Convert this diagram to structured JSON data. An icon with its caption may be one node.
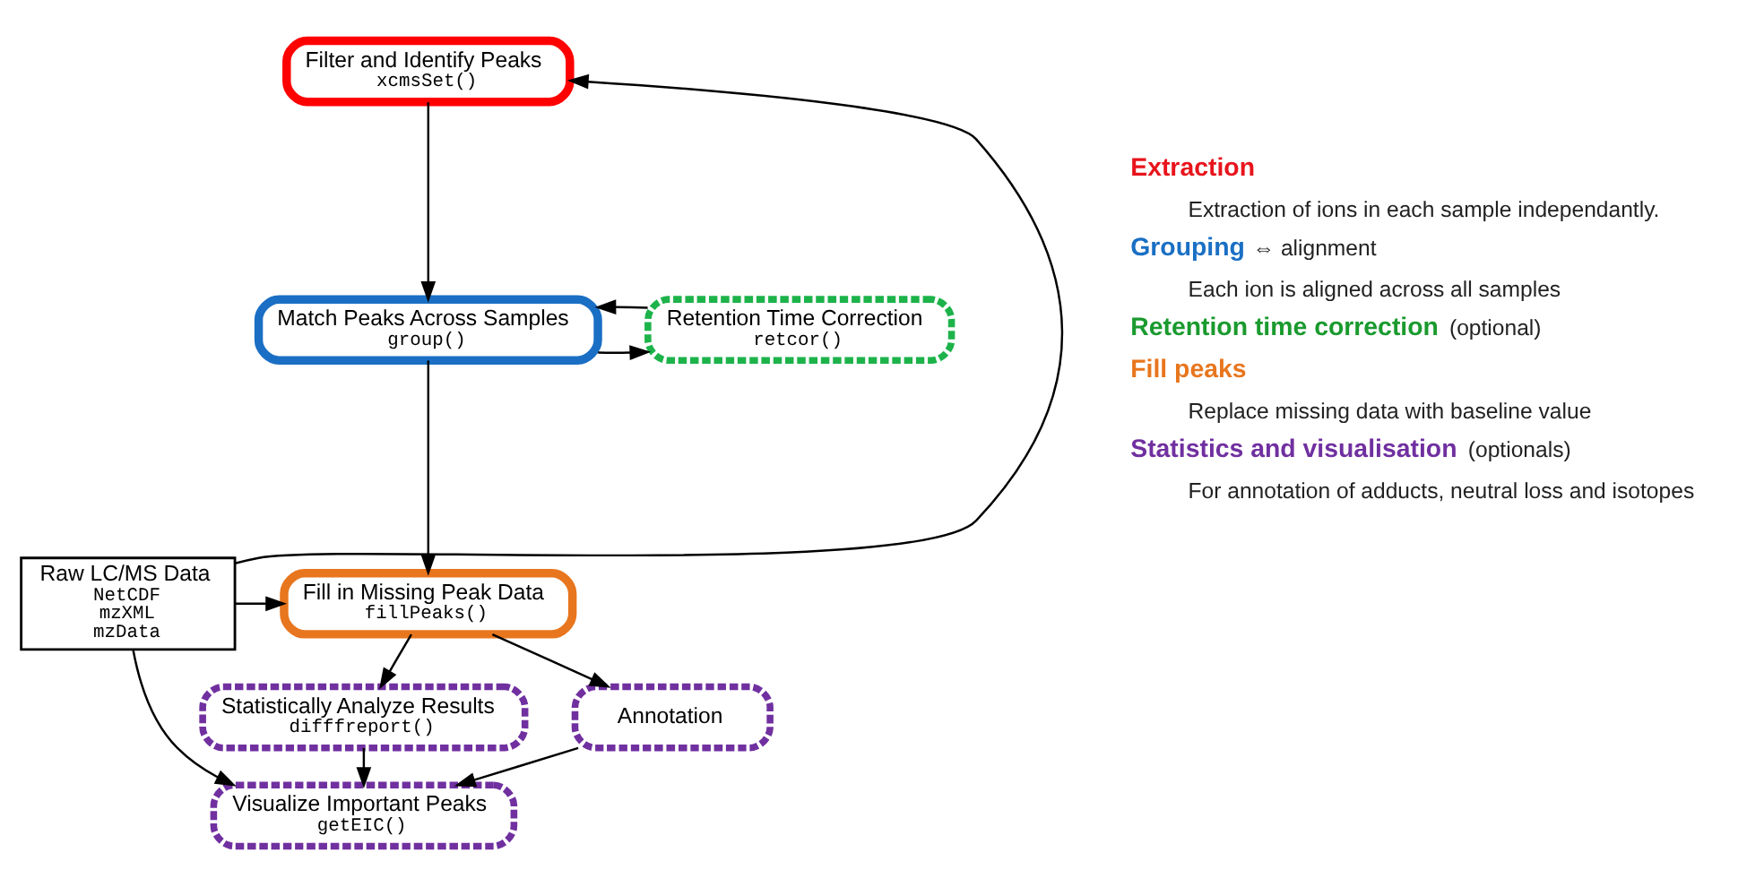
{
  "diagram": {
    "nodes": [
      {
        "text": [
          "Filter and Identify Peaks",
          "xcmsSet()"
        ]
      },
      {
        "text": [
          "Match Peaks Across Samples",
          "group()"
        ]
      },
      {
        "text": [
          "Retention Time Correction",
          "retcor()"
        ]
      },
      {
        "text": [
          "Raw LC/MS Data",
          "NetCDF",
          "mzXML",
          "mzData"
        ]
      },
      {
        "text": [
          "Fill in Missing Peak Data",
          "fillPeaks()"
        ]
      },
      {
        "text": [
          "Annotation"
        ]
      },
      {
        "text": [
          "Statistically Analyze Results",
          "difffreport()"
        ]
      },
      {
        "text": [
          "Visualize Important Peaks",
          "getEIC()"
        ]
      }
    ],
    "edges": [
      {
        "from": 3,
        "to": 0,
        "arrow": "to"
      },
      {
        "from": 0,
        "to": 1,
        "arrow": "to"
      },
      {
        "from": 1,
        "to": 2,
        "arrow": "to"
      },
      {
        "from": 2,
        "to": 1,
        "arrow": "to"
      },
      {
        "from": 1,
        "to": 4,
        "arrow": "to"
      },
      {
        "from": 3,
        "to": 4,
        "arrow": "to"
      },
      {
        "from": 4,
        "to": 6,
        "arrow": "to"
      },
      {
        "from": 6,
        "to": 7,
        "arrow": "to"
      },
      {
        "from": 3,
        "to": 7,
        "arrow": "to"
      },
      {
        "from": 4,
        "to": 5,
        "arrow": "to"
      },
      {
        "from": 5,
        "to": 7,
        "arrow": "to"
      }
    ],
    "labels": [
      "Extraction",
      "Extraction of ions in each sample independantly.",
      "Grouping",
      "⇔ alignment",
      "Each ion is aligned across all samples",
      "Retention time correction",
      "(optional)",
      "Fill peaks",
      "Replace missing data with baseline value",
      "Statistics and visualisation",
      "(optionals)",
      "For annotation of adducts, neutral loss and isotopes"
    ]
  }
}
